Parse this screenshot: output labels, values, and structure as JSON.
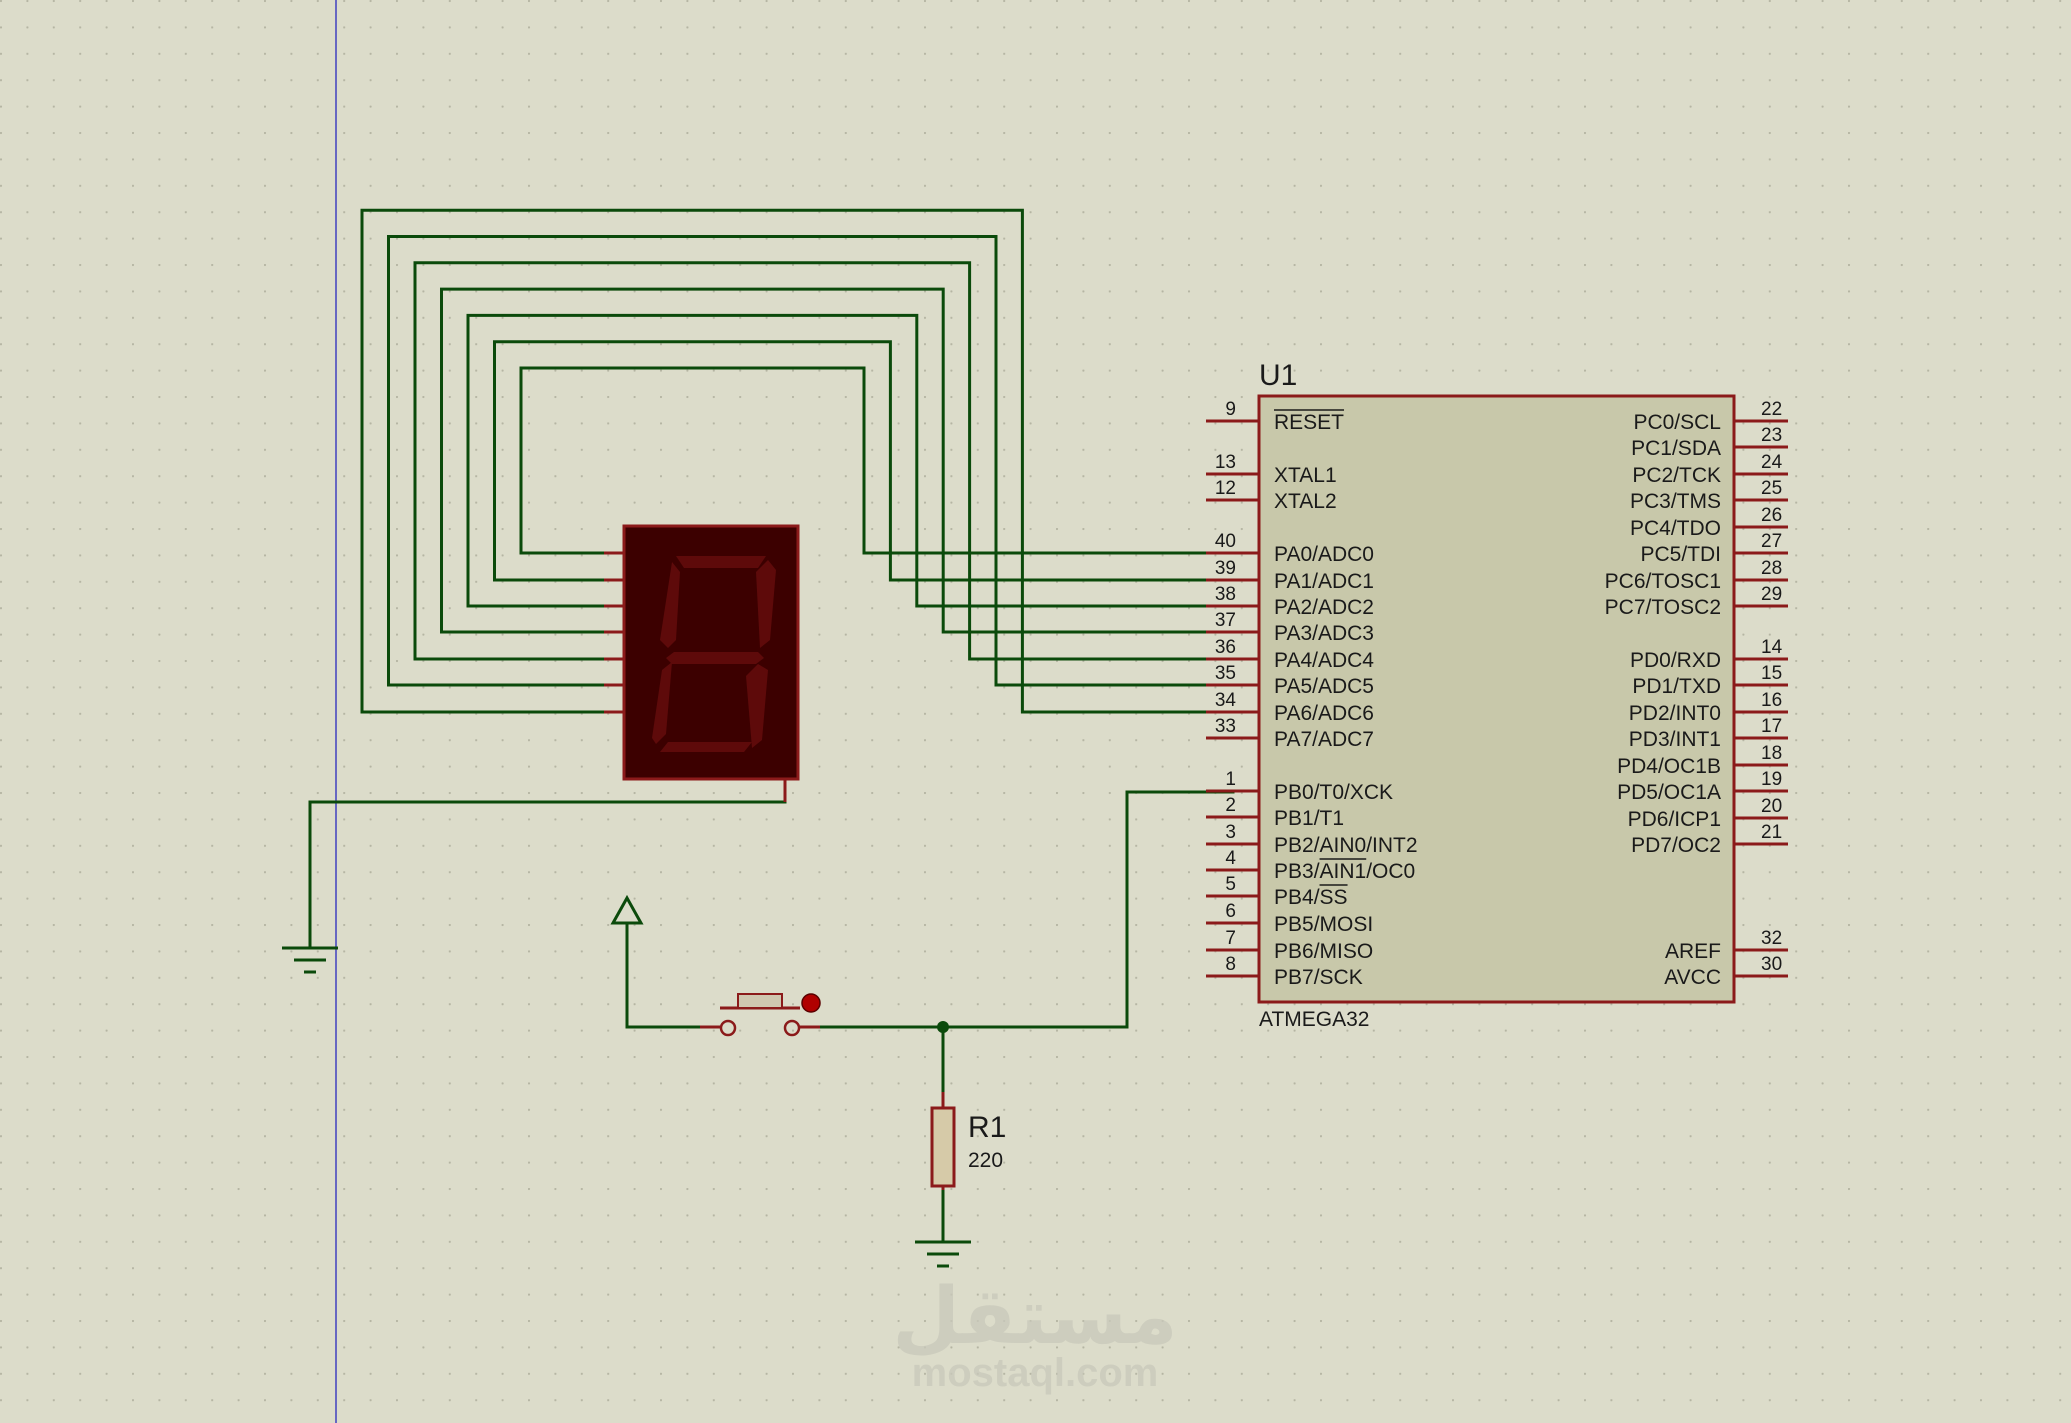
{
  "chip": {
    "ref": "U1",
    "part": "ATMEGA32",
    "left_pins": [
      {
        "num": "9",
        "name": "RESET",
        "overbar": "RESET"
      },
      {
        "num": "13",
        "name": "XTAL1"
      },
      {
        "num": "12",
        "name": "XTAL2"
      },
      {
        "num": "40",
        "name": "PA0/ADC0"
      },
      {
        "num": "39",
        "name": "PA1/ADC1"
      },
      {
        "num": "38",
        "name": "PA2/ADC2"
      },
      {
        "num": "37",
        "name": "PA3/ADC3"
      },
      {
        "num": "36",
        "name": "PA4/ADC4"
      },
      {
        "num": "35",
        "name": "PA5/ADC5"
      },
      {
        "num": "34",
        "name": "PA6/ADC6"
      },
      {
        "num": "33",
        "name": "PA7/ADC7"
      },
      {
        "num": "1",
        "name": "PB0/T0/XCK"
      },
      {
        "num": "2",
        "name": "PB1/T1"
      },
      {
        "num": "3",
        "name": "PB2/AIN0/INT2"
      },
      {
        "num": "4",
        "name": "PB3/AIN1/OC0",
        "overbar": "AIN1"
      },
      {
        "num": "5",
        "name": "PB4/SS",
        "overbar": "SS"
      },
      {
        "num": "6",
        "name": "PB5/MOSI"
      },
      {
        "num": "7",
        "name": "PB6/MISO"
      },
      {
        "num": "8",
        "name": "PB7/SCK"
      }
    ],
    "right_pins": [
      {
        "num": "22",
        "name": "PC0/SCL"
      },
      {
        "num": "23",
        "name": "PC1/SDA"
      },
      {
        "num": "24",
        "name": "PC2/TCK"
      },
      {
        "num": "25",
        "name": "PC3/TMS"
      },
      {
        "num": "26",
        "name": "PC4/TDO"
      },
      {
        "num": "27",
        "name": "PC5/TDI"
      },
      {
        "num": "28",
        "name": "PC6/TOSC1"
      },
      {
        "num": "29",
        "name": "PC7/TOSC2"
      },
      {
        "num": "14",
        "name": "PD0/RXD"
      },
      {
        "num": "15",
        "name": "PD1/TXD"
      },
      {
        "num": "16",
        "name": "PD2/INT0"
      },
      {
        "num": "17",
        "name": "PD3/INT1"
      },
      {
        "num": "18",
        "name": "PD4/OC1B"
      },
      {
        "num": "19",
        "name": "PD5/OC1A"
      },
      {
        "num": "20",
        "name": "PD6/ICP1"
      },
      {
        "num": "21",
        "name": "PD7/OC2"
      },
      {
        "num": "32",
        "name": "AREF"
      },
      {
        "num": "30",
        "name": "AVCC"
      }
    ]
  },
  "resistor": {
    "ref": "R1",
    "value": "220"
  },
  "watermark": {
    "arabic": "مستقل",
    "latin": "mostaql.com"
  },
  "colors": {
    "background": "#dcdcca",
    "wire": "#0b4a0b",
    "component_outline": "#8b1a1a",
    "chip_fill": "#c8c8aa",
    "display_body": "#3c0000",
    "display_segment": "#5e0a0a",
    "grid_dot": "#b5b5a3",
    "guide_line": "#4040c0"
  }
}
